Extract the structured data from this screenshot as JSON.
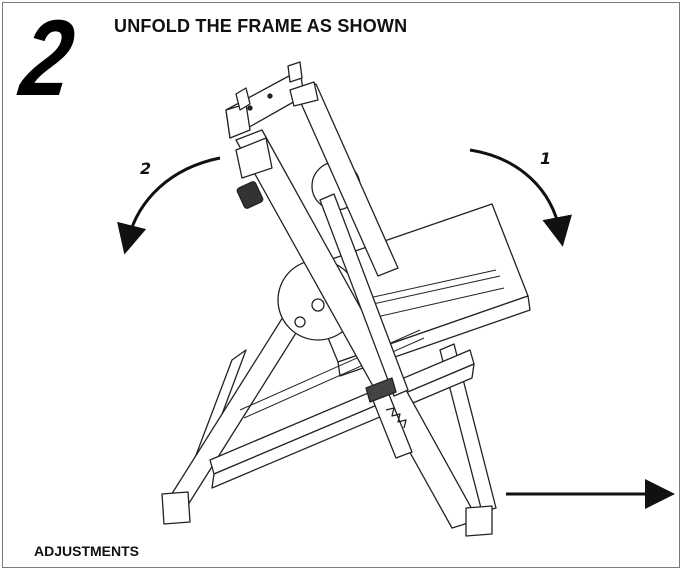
{
  "step": {
    "number": "2",
    "title": "UNFOLD THE FRAME AS SHOWN"
  },
  "arrows": {
    "left_label": "2",
    "right_label": "1"
  },
  "footer": {
    "label": "ADJUSTMENTS"
  },
  "colors": {
    "ink": "#111111",
    "border": "#7a7a7a"
  }
}
